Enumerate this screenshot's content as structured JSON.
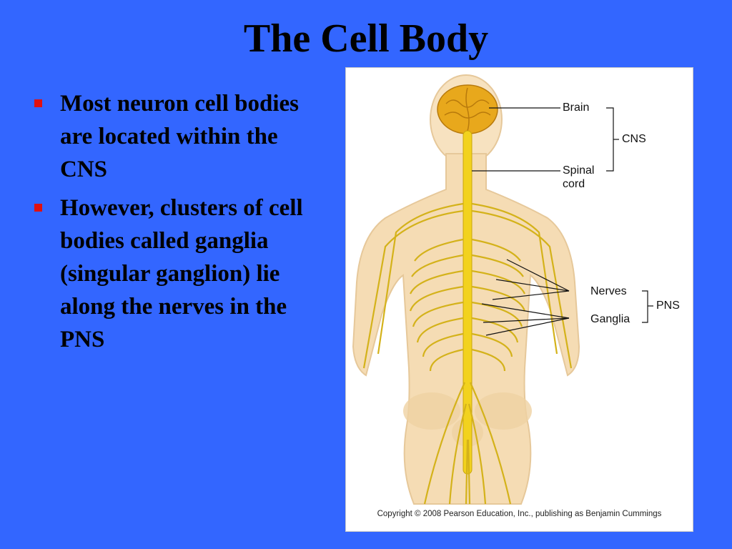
{
  "slide": {
    "title": "The Cell Body",
    "bullets": [
      "Most neuron cell bodies are located within the CNS",
      "However, clusters of cell bodies called ganglia (singular ganglion) lie along the nerves in the PNS"
    ]
  },
  "figure": {
    "labels": {
      "brain": "Brain",
      "spinal_cord_line1": "Spinal",
      "spinal_cord_line2": "cord",
      "cns": "CNS",
      "nerves": "Nerves",
      "ganglia": "Ganglia",
      "pns": "PNS"
    },
    "copyright": "Copyright © 2008 Pearson Education, Inc., publishing as Benjamin Cummings"
  },
  "colors": {
    "background": "#3366ff",
    "bullet_marker": "#e01010",
    "skin": "#f5dcb4",
    "nerve": "#d4b21a",
    "brain": "#e8a81c"
  }
}
